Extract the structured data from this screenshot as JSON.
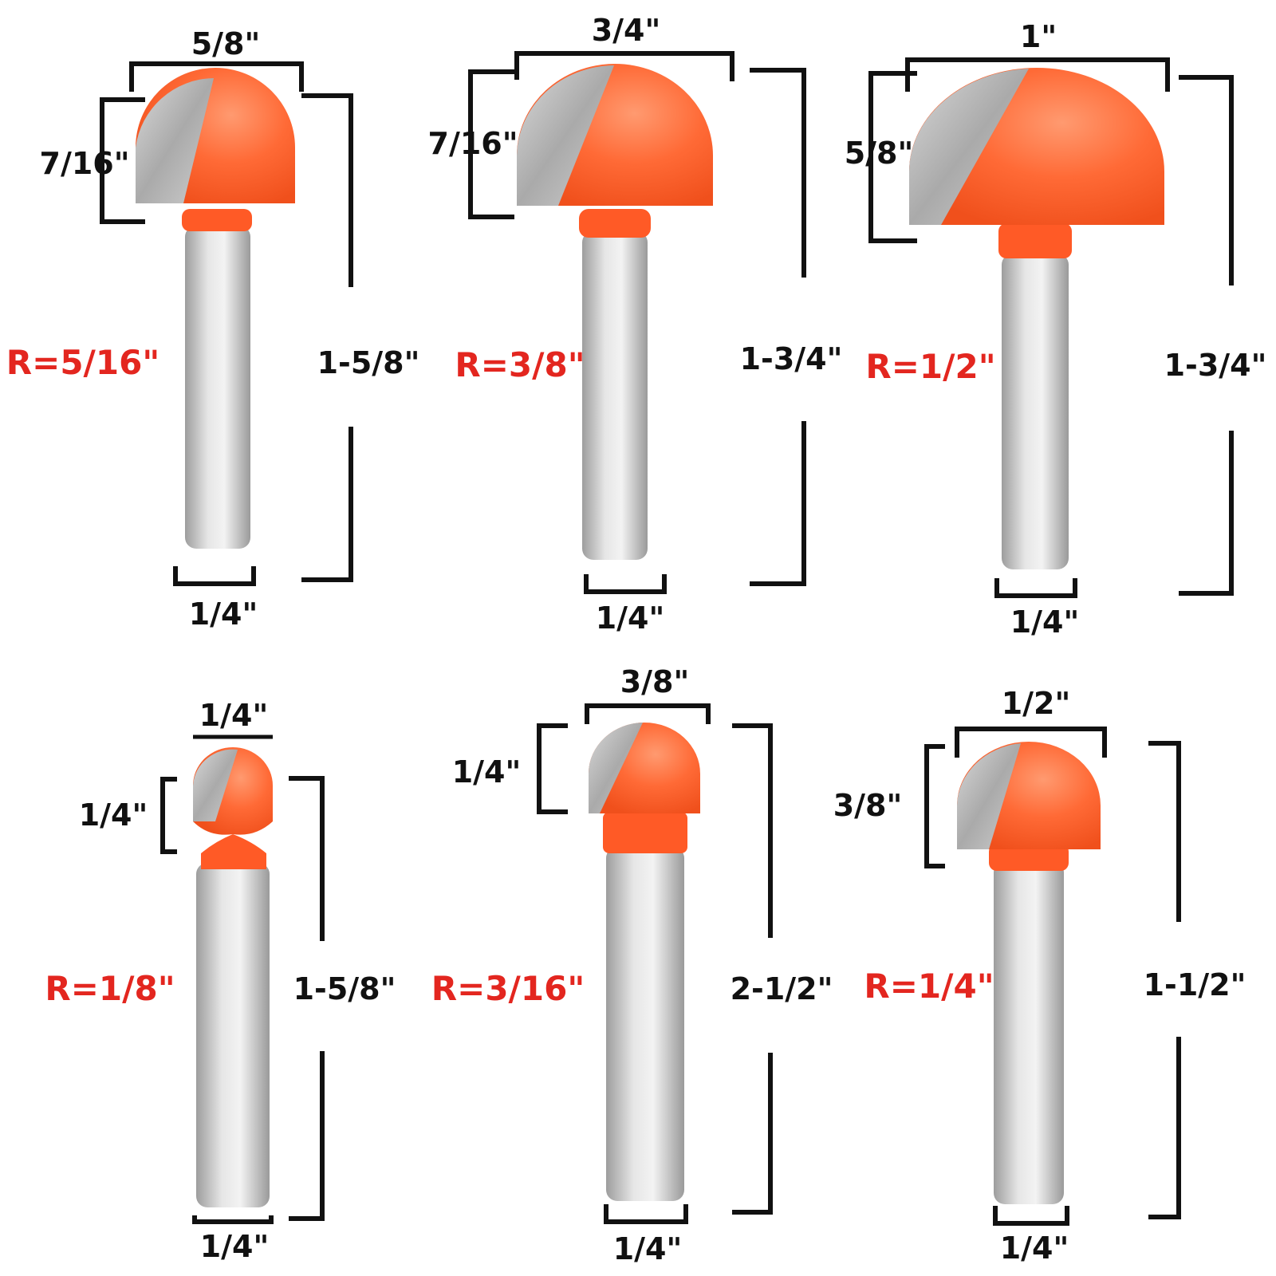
{
  "colors": {
    "cutter_orange": "#ff5a26",
    "cutter_highlight": "#ff8a5e",
    "carbide_grey": "#b8b8b8",
    "shank_grey": "#c9c9c9",
    "radius_text": "#e3261f",
    "dimension_text": "#111111",
    "bracket_black": "#111111",
    "background": "#ffffff"
  },
  "bits": [
    {
      "radius": "R=5/16\"",
      "cut_diameter": "5/8\"",
      "cut_height": "7/16\"",
      "overall_length": "1-5/8\"",
      "shank_diameter": "1/4\""
    },
    {
      "radius": "R=3/8\"",
      "cut_diameter": "3/4\"",
      "cut_height": "7/16\"",
      "overall_length": "1-3/4\"",
      "shank_diameter": "1/4\""
    },
    {
      "radius": "R=1/2\"",
      "cut_diameter": "1\"",
      "cut_height": "5/8\"",
      "overall_length": "1-3/4\"",
      "shank_diameter": "1/4\""
    },
    {
      "radius": "R=1/8\"",
      "cut_diameter": "1/4\"",
      "cut_height": "1/4\"",
      "overall_length": "1-5/8\"",
      "shank_diameter": "1/4\""
    },
    {
      "radius": "R=3/16\"",
      "cut_diameter": "3/8\"",
      "cut_height": "1/4\"",
      "overall_length": "2-1/2\"",
      "shank_diameter": "1/4\""
    },
    {
      "radius": "R=1/4\"",
      "cut_diameter": "1/2\"",
      "cut_height": "3/8\"",
      "overall_length": "1-1/2\"",
      "shank_diameter": "1/4\""
    }
  ]
}
